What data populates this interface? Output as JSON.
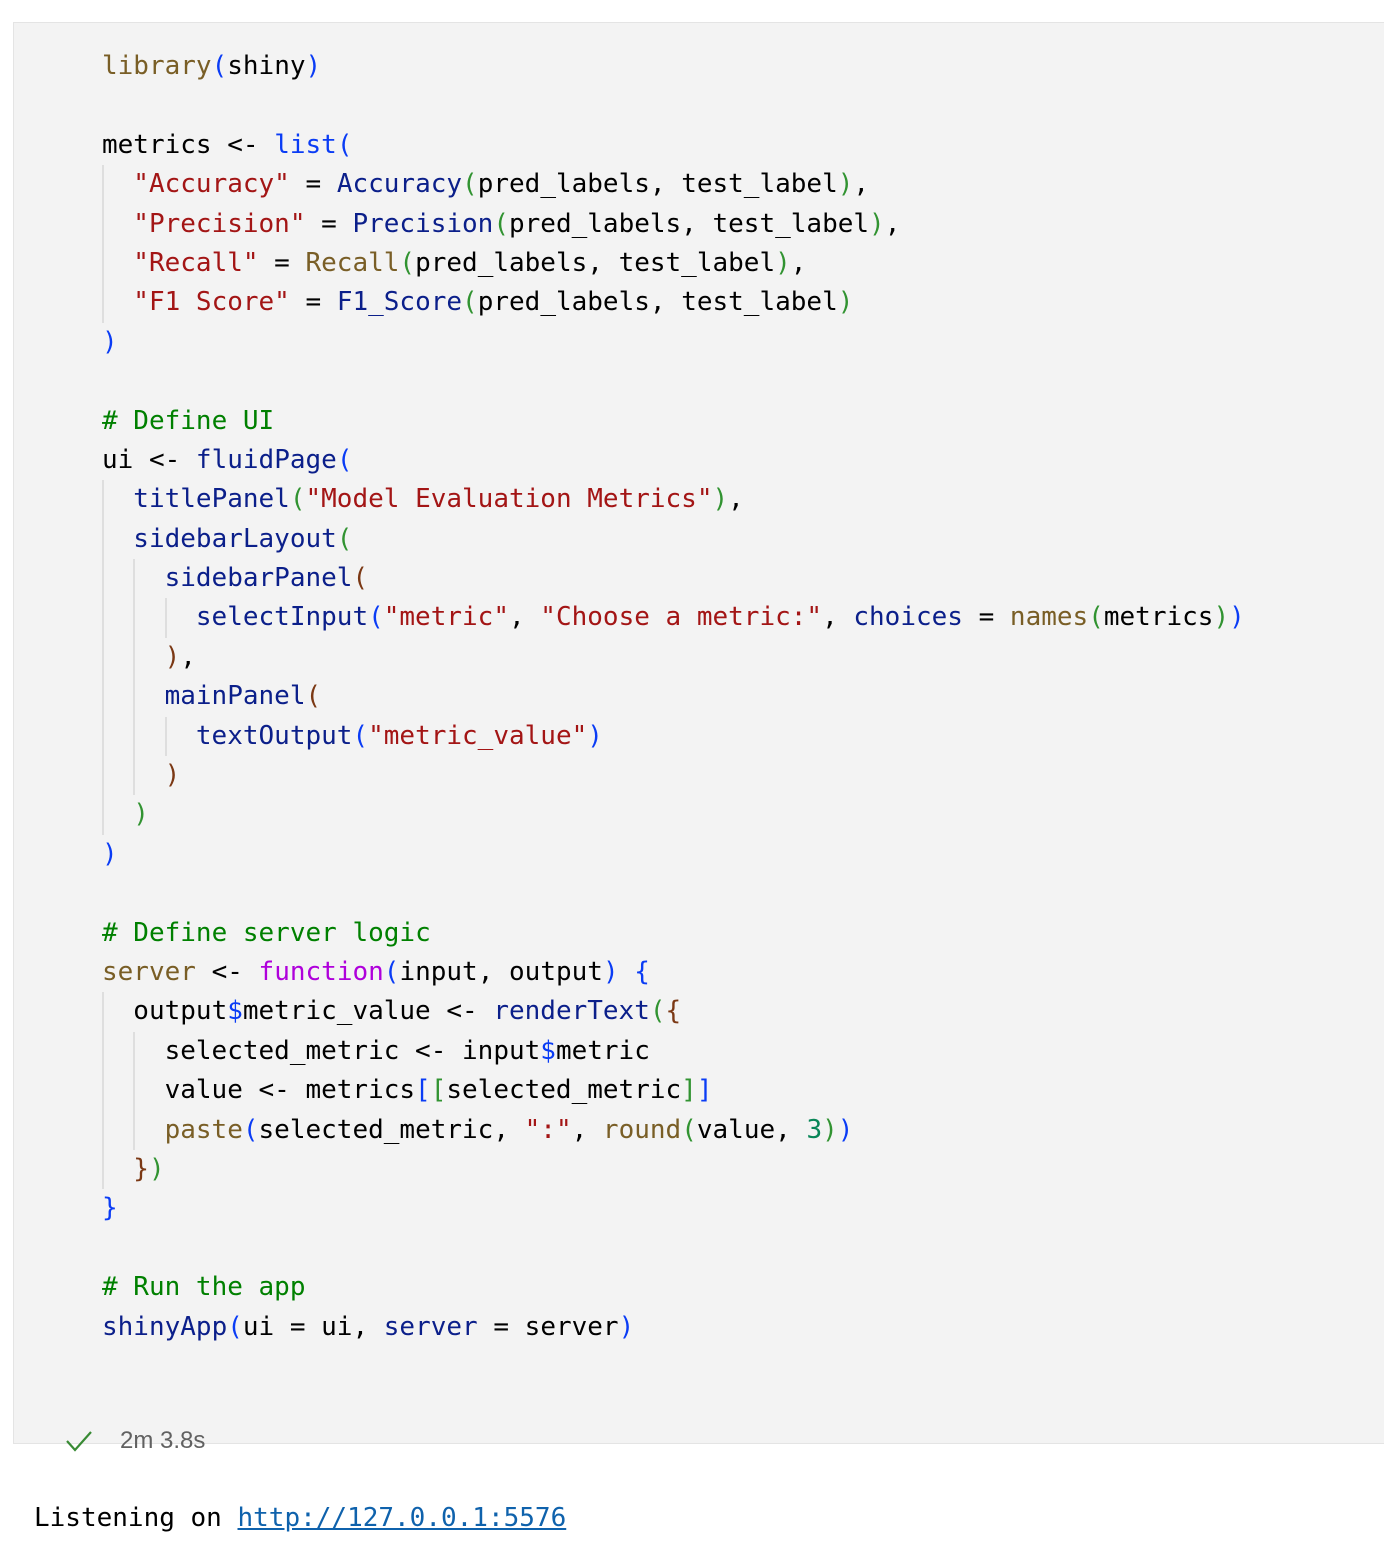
{
  "cell": {
    "code_lines": [
      {
        "indent": 0,
        "tokens": [
          [
            "f",
            "library"
          ],
          [
            "b1",
            "("
          ],
          [
            "t",
            "shiny"
          ],
          [
            "b1",
            ")"
          ]
        ]
      },
      {
        "indent": 0,
        "tokens": []
      },
      {
        "indent": 0,
        "tokens": [
          [
            "t",
            "metrics <- "
          ],
          [
            "k",
            "list"
          ],
          [
            "b1",
            "("
          ]
        ]
      },
      {
        "indent": 1,
        "tokens": [
          [
            "s",
            "\"Accuracy\""
          ],
          [
            "t",
            " = "
          ],
          [
            "n",
            "Accuracy"
          ],
          [
            "b2",
            "("
          ],
          [
            "t",
            "pred_labels, test_label"
          ],
          [
            "b2",
            ")"
          ],
          [
            "t",
            ","
          ]
        ]
      },
      {
        "indent": 1,
        "tokens": [
          [
            "s",
            "\"Precision\""
          ],
          [
            "t",
            " = "
          ],
          [
            "n",
            "Precision"
          ],
          [
            "b2",
            "("
          ],
          [
            "t",
            "pred_labels, test_label"
          ],
          [
            "b2",
            ")"
          ],
          [
            "t",
            ","
          ]
        ]
      },
      {
        "indent": 1,
        "tokens": [
          [
            "s",
            "\"Recall\""
          ],
          [
            "t",
            " = "
          ],
          [
            "f",
            "Recall"
          ],
          [
            "b2",
            "("
          ],
          [
            "t",
            "pred_labels, test_label"
          ],
          [
            "b2",
            ")"
          ],
          [
            "t",
            ","
          ]
        ]
      },
      {
        "indent": 1,
        "tokens": [
          [
            "s",
            "\"F1 Score\""
          ],
          [
            "t",
            " = "
          ],
          [
            "n",
            "F1_Score"
          ],
          [
            "b2",
            "("
          ],
          [
            "t",
            "pred_labels, test_label"
          ],
          [
            "b2",
            ")"
          ]
        ]
      },
      {
        "indent": 0,
        "tokens": [
          [
            "b1",
            ")"
          ]
        ]
      },
      {
        "indent": 0,
        "tokens": []
      },
      {
        "indent": 0,
        "tokens": [
          [
            "c",
            "# Define UI"
          ]
        ]
      },
      {
        "indent": 0,
        "tokens": [
          [
            "t",
            "ui <- "
          ],
          [
            "n",
            "fluidPage"
          ],
          [
            "b1",
            "("
          ]
        ]
      },
      {
        "indent": 1,
        "tokens": [
          [
            "n",
            "titlePanel"
          ],
          [
            "b2",
            "("
          ],
          [
            "s",
            "\"Model Evaluation Metrics\""
          ],
          [
            "b2",
            ")"
          ],
          [
            "t",
            ","
          ]
        ]
      },
      {
        "indent": 1,
        "tokens": [
          [
            "n",
            "sidebarLayout"
          ],
          [
            "b2",
            "("
          ]
        ]
      },
      {
        "indent": 2,
        "tokens": [
          [
            "n",
            "sidebarPanel"
          ],
          [
            "b3",
            "("
          ]
        ]
      },
      {
        "indent": 3,
        "tokens": [
          [
            "n",
            "selectInput"
          ],
          [
            "b1",
            "("
          ],
          [
            "s",
            "\"metric\""
          ],
          [
            "t",
            ", "
          ],
          [
            "s",
            "\"Choose a metric:\""
          ],
          [
            "t",
            ", "
          ],
          [
            "n",
            "choices"
          ],
          [
            "t",
            " = "
          ],
          [
            "f",
            "names"
          ],
          [
            "b2",
            "("
          ],
          [
            "t",
            "metrics"
          ],
          [
            "b2",
            ")"
          ],
          [
            "b1",
            ")"
          ]
        ]
      },
      {
        "indent": 2,
        "tokens": [
          [
            "b3",
            ")"
          ],
          [
            "t",
            ","
          ]
        ]
      },
      {
        "indent": 2,
        "tokens": [
          [
            "n",
            "mainPanel"
          ],
          [
            "b3",
            "("
          ]
        ]
      },
      {
        "indent": 3,
        "tokens": [
          [
            "n",
            "textOutput"
          ],
          [
            "b1",
            "("
          ],
          [
            "s",
            "\"metric_value\""
          ],
          [
            "b1",
            ")"
          ]
        ]
      },
      {
        "indent": 2,
        "tokens": [
          [
            "b3",
            ")"
          ]
        ]
      },
      {
        "indent": 1,
        "tokens": [
          [
            "b2",
            ")"
          ]
        ]
      },
      {
        "indent": 0,
        "tokens": [
          [
            "b1",
            ")"
          ]
        ]
      },
      {
        "indent": 0,
        "tokens": []
      },
      {
        "indent": 0,
        "tokens": [
          [
            "c",
            "# Define server logic"
          ]
        ]
      },
      {
        "indent": 0,
        "tokens": [
          [
            "f",
            "server"
          ],
          [
            "t",
            " <- "
          ],
          [
            "m",
            "function"
          ],
          [
            "b1",
            "("
          ],
          [
            "t",
            "input, output"
          ],
          [
            "b1",
            ")"
          ],
          [
            "t",
            " "
          ],
          [
            "b1",
            "{"
          ]
        ]
      },
      {
        "indent": 1,
        "tokens": [
          [
            "t",
            "output"
          ],
          [
            "b1",
            "$"
          ],
          [
            "t",
            "metric_value <- "
          ],
          [
            "n",
            "renderText"
          ],
          [
            "b2",
            "("
          ],
          [
            "b3",
            "{"
          ]
        ]
      },
      {
        "indent": 2,
        "tokens": [
          [
            "t",
            "selected_metric <- input"
          ],
          [
            "b1",
            "$"
          ],
          [
            "t",
            "metric"
          ]
        ]
      },
      {
        "indent": 2,
        "tokens": [
          [
            "t",
            "value <- metrics"
          ],
          [
            "b1",
            "["
          ],
          [
            "b2",
            "["
          ],
          [
            "t",
            "selected_metric"
          ],
          [
            "b2",
            "]"
          ],
          [
            "b1",
            "]"
          ]
        ]
      },
      {
        "indent": 2,
        "tokens": [
          [
            "f",
            "paste"
          ],
          [
            "b1",
            "("
          ],
          [
            "t",
            "selected_metric, "
          ],
          [
            "s",
            "\":\""
          ],
          [
            "t",
            ", "
          ],
          [
            "f",
            "round"
          ],
          [
            "b2",
            "("
          ],
          [
            "t",
            "value, "
          ],
          [
            "d",
            "3"
          ],
          [
            "b2",
            ")"
          ],
          [
            "b1",
            ")"
          ]
        ]
      },
      {
        "indent": 1,
        "tokens": [
          [
            "b3",
            "}"
          ],
          [
            "b2",
            ")"
          ]
        ]
      },
      {
        "indent": 0,
        "tokens": [
          [
            "b1",
            "}"
          ]
        ]
      },
      {
        "indent": 0,
        "tokens": []
      },
      {
        "indent": 0,
        "tokens": [
          [
            "c",
            "# Run the app"
          ]
        ]
      },
      {
        "indent": 0,
        "tokens": [
          [
            "n",
            "shinyApp"
          ],
          [
            "b1",
            "("
          ],
          [
            "t",
            "ui = ui, "
          ],
          [
            "n",
            "server"
          ],
          [
            "t",
            " = server"
          ],
          [
            "b1",
            ")"
          ]
        ]
      }
    ],
    "status": {
      "icon": "check-icon",
      "duration": "2m 3.8s",
      "color": "#388a34"
    }
  },
  "output": {
    "prefix": "Listening on ",
    "link": "http://127.0.0.1:5576"
  }
}
